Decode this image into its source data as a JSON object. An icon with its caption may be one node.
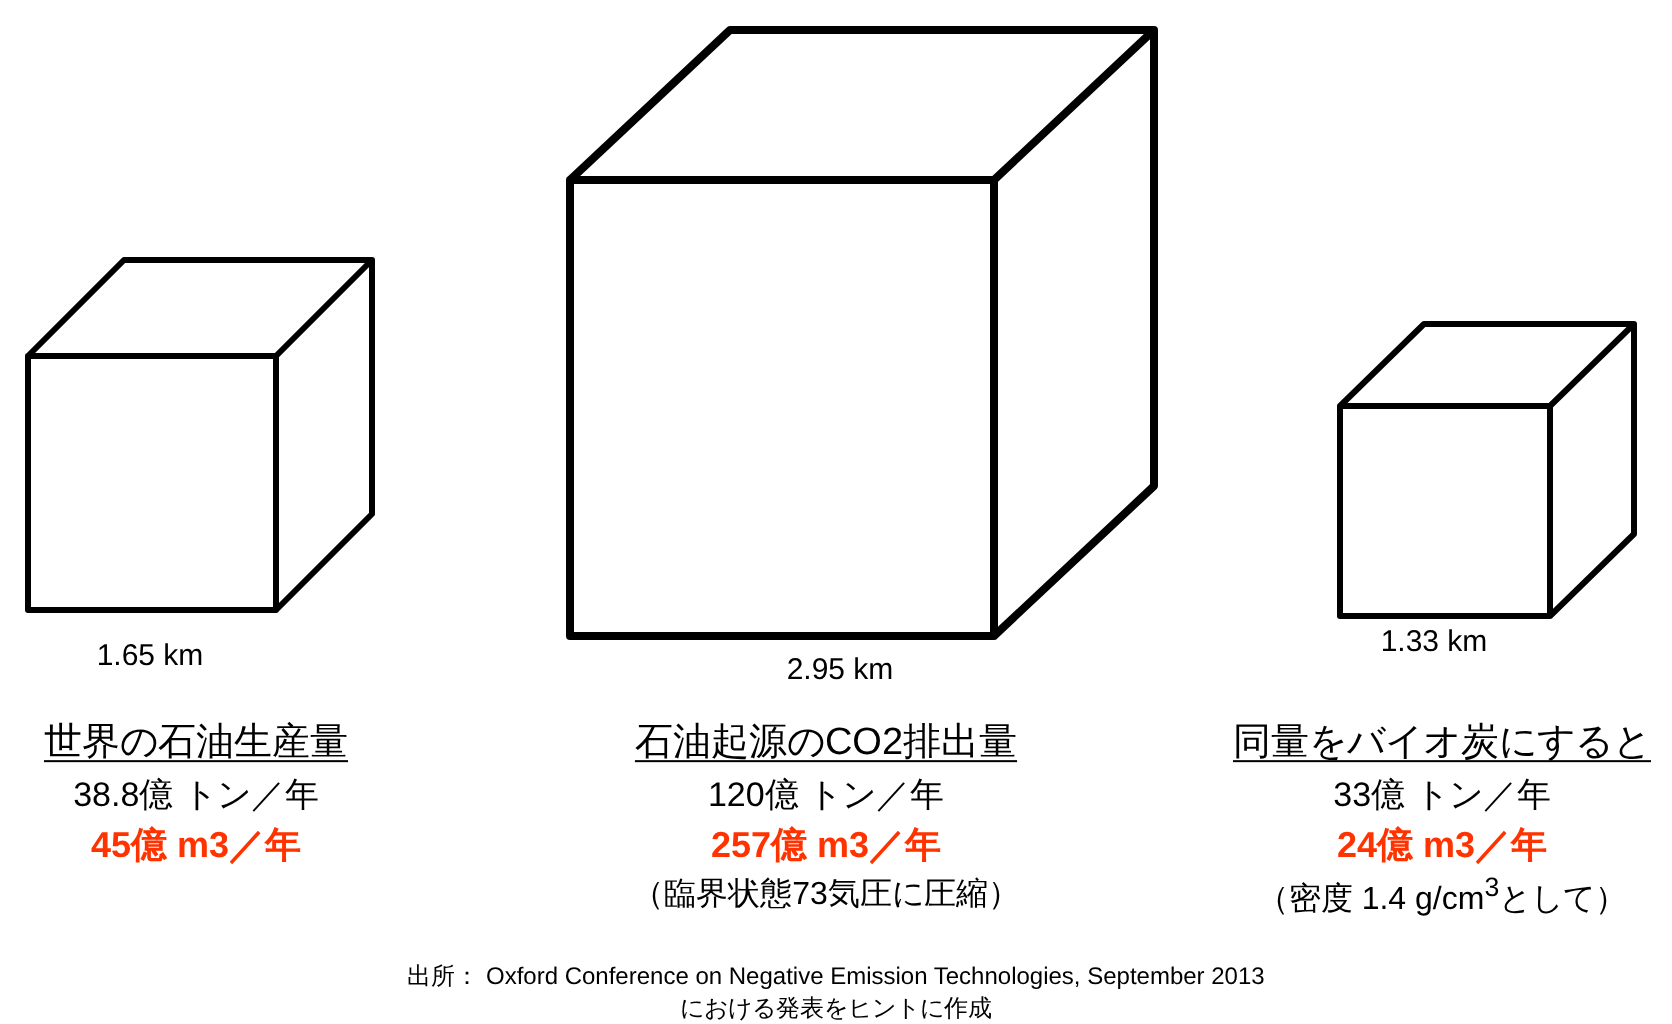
{
  "diagram": {
    "caption": "出所： Oxford Conference on Negative Emission Technologies, September 2013 における発表をヒントに作成",
    "labels": [
      "1.65 km",
      "2.95 km",
      "1.33 km",
      "世界の石油生産量",
      "38.8億 トン／年",
      "45億 m3／年",
      "石油起源のCO2排出量",
      "120億 トン／年",
      "257億 m3／年",
      "（臨界状態73気圧に圧縮）",
      "同量をバイオ炭にすると",
      "33億 トン／年",
      "24億 m3／年",
      "（密度 1.4 g/cm$^{3}$として）"
    ]
  }
}
